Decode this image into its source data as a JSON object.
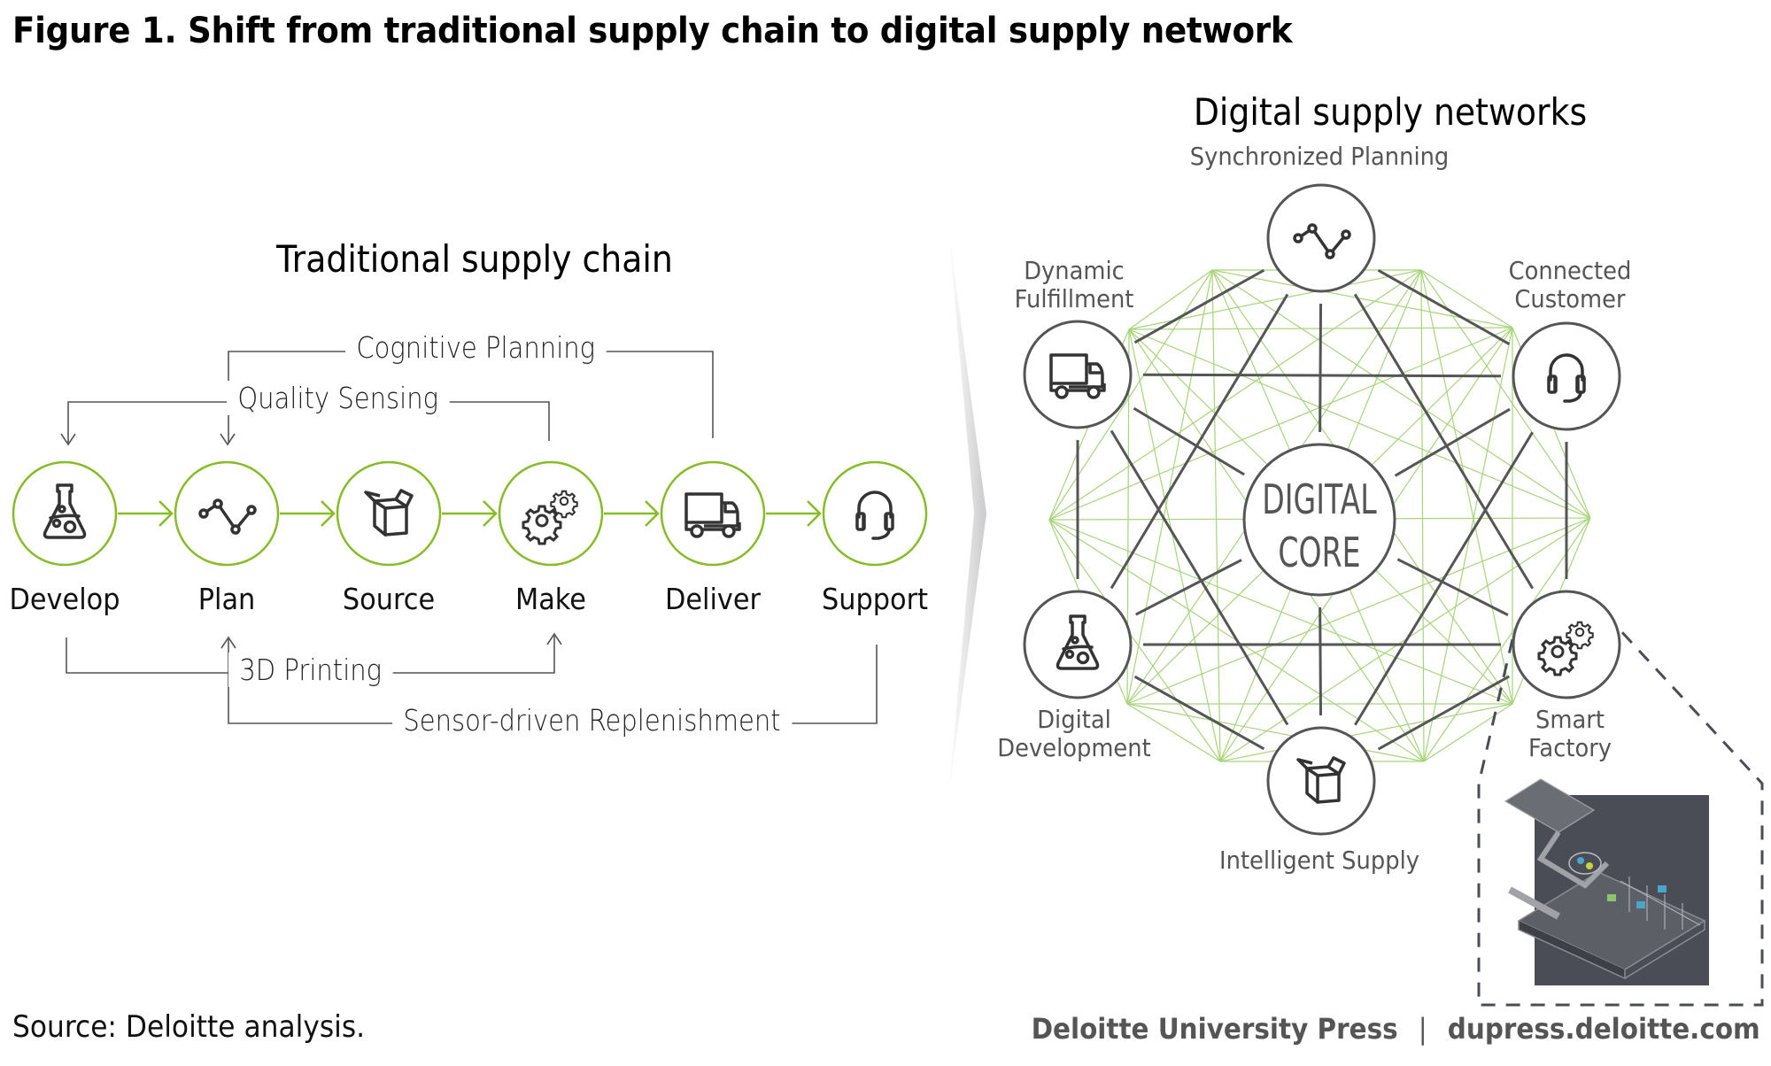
{
  "figure": {
    "title": "Figure 1. Shift from traditional supply chain to digital supply network",
    "source": "Source: Deloitte analysis.",
    "credits": {
      "publisher": "Deloitte University Press",
      "separator": "|",
      "website": "dupress.deloitte.com"
    }
  },
  "colors": {
    "green": "#86bc25",
    "web_green": "#a6d57a",
    "dark_line": "#555555",
    "text_gray": "#555555",
    "icon": "#333333"
  },
  "traditional": {
    "title": "Traditional supply chain",
    "stages": [
      {
        "label": "Develop",
        "icon": "flask-icon"
      },
      {
        "label": "Plan",
        "icon": "line-chart-icon"
      },
      {
        "label": "Source",
        "icon": "open-box-icon"
      },
      {
        "label": "Make",
        "icon": "gears-icon"
      },
      {
        "label": "Deliver",
        "icon": "truck-icon"
      },
      {
        "label": "Support",
        "icon": "headset-icon"
      }
    ],
    "feedback_loops": [
      {
        "label": "Cognitive Planning",
        "from": "Deliver",
        "to": "Plan",
        "position": "top"
      },
      {
        "label": "Quality Sensing",
        "from": "Make",
        "to": "Develop",
        "position": "top"
      },
      {
        "label": "3D Printing",
        "from": "Develop",
        "to": "Make",
        "position": "bottom"
      },
      {
        "label": "Sensor-driven Replenishment",
        "from": "Support",
        "to": "Plan",
        "position": "bottom"
      }
    ]
  },
  "digital": {
    "title": "Digital supply networks",
    "core": {
      "line1": "DIGITAL",
      "line2": "CORE"
    },
    "nodes": [
      {
        "id": "sync",
        "label_lines": [
          "Synchronized Planning"
        ],
        "icon": "line-chart-icon"
      },
      {
        "id": "dyn",
        "label_lines": [
          "Dynamic",
          "Fulfillment"
        ],
        "icon": "truck-icon"
      },
      {
        "id": "cust",
        "label_lines": [
          "Connected",
          "Customer"
        ],
        "icon": "headset-icon"
      },
      {
        "id": "dev",
        "label_lines": [
          "Digital",
          "Development"
        ],
        "icon": "flask-icon"
      },
      {
        "id": "fact",
        "label_lines": [
          "Smart",
          "Factory"
        ],
        "icon": "gears-icon"
      },
      {
        "id": "supply",
        "label_lines": [
          "Intelligent Supply"
        ],
        "icon": "open-box-icon"
      }
    ],
    "callout": {
      "node": "fact",
      "image": "smart-factory-illustration"
    }
  }
}
